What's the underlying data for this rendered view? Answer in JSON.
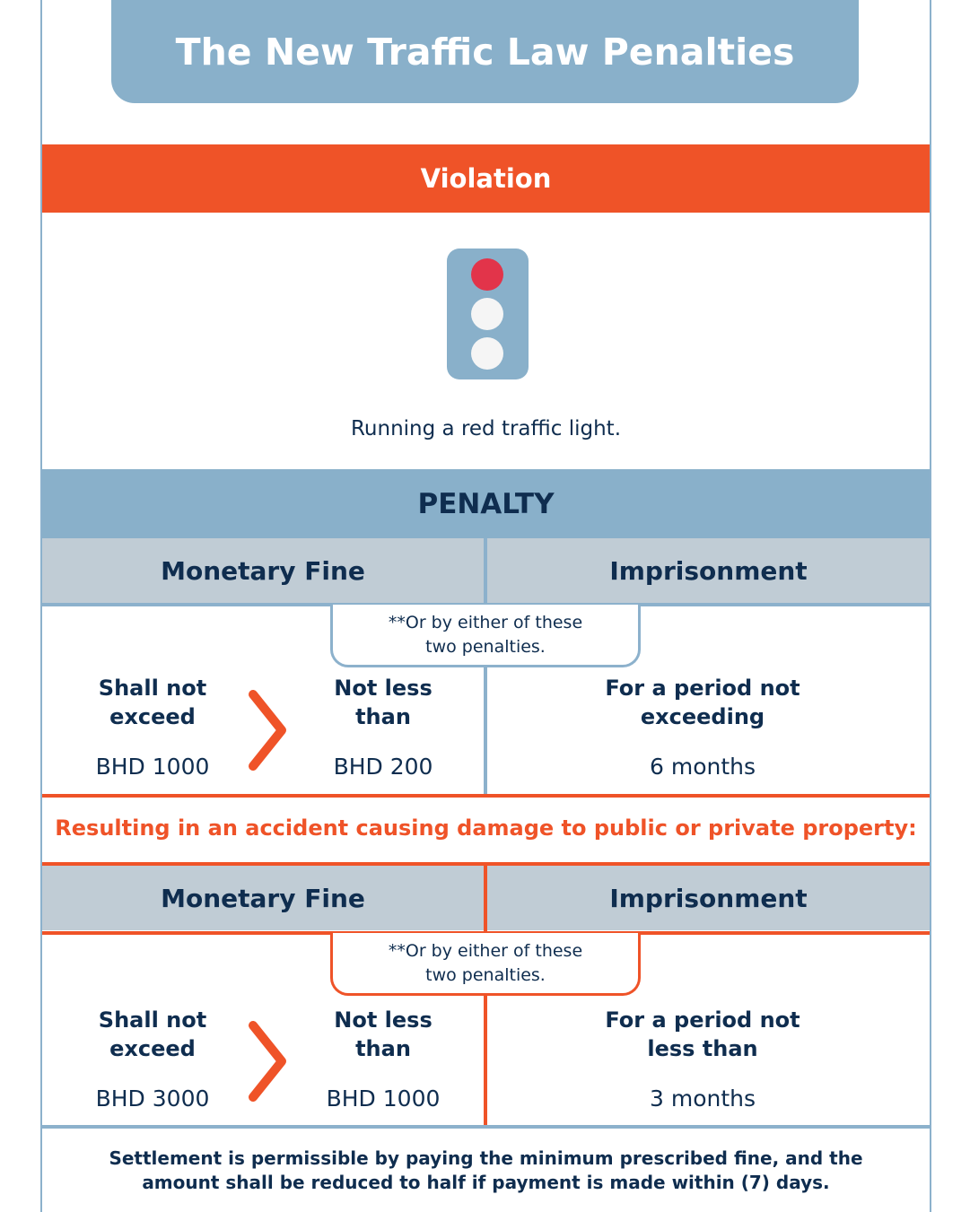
{
  "title": "The New Traffic Law Penalties",
  "violation_header": "Violation",
  "traffic_light": {
    "icon": "traffic-light-icon",
    "colors": {
      "body": "#89b0ca",
      "red": "#e2344a",
      "off": "#f5f5f5"
    }
  },
  "violation_text": "Running a red traffic light.",
  "penalty_header": "PENALTY",
  "sections": [
    {
      "fine_header": "Monetary Fine",
      "prison_header": "Imprisonment",
      "note_line1": "**Or by either of these",
      "note_line2": "two penalties.",
      "max_label_line1": "Shall not",
      "max_label_line2": "exceed",
      "max_value": "BHD 1000",
      "min_label_line1": "Not less",
      "min_label_line2": "than",
      "min_value": "BHD 200",
      "prison_label_line1": "For a period not",
      "prison_label_line2": "exceeding",
      "prison_value": "6 months",
      "accent": "#8cb1cc"
    },
    {
      "fine_header": "Monetary Fine",
      "prison_header": "Imprisonment",
      "note_line1": "**Or by either of these",
      "note_line2": "two penalties.",
      "max_label_line1": "Shall not",
      "max_label_line2": "exceed",
      "max_value": "BHD 3000",
      "min_label_line1": "Not less",
      "min_label_line2": "than",
      "min_value": "BHD 1000",
      "prison_label_line1": "For a period not",
      "prison_label_line2": "less than",
      "prison_value": "3 months",
      "accent": "#ef5328"
    }
  ],
  "accident_text": "Resulting in an accident causing damage to public or private property:",
  "settlement_line1": "Settlement is permissible by paying the minimum prescribed fine, and the",
  "settlement_line2": "amount shall be reduced to half if payment is made within (7) days.",
  "colors": {
    "orange": "#ef5328",
    "blue": "#89b0ca",
    "navy": "#0f2d4f",
    "gray": "#c0ccd5"
  }
}
